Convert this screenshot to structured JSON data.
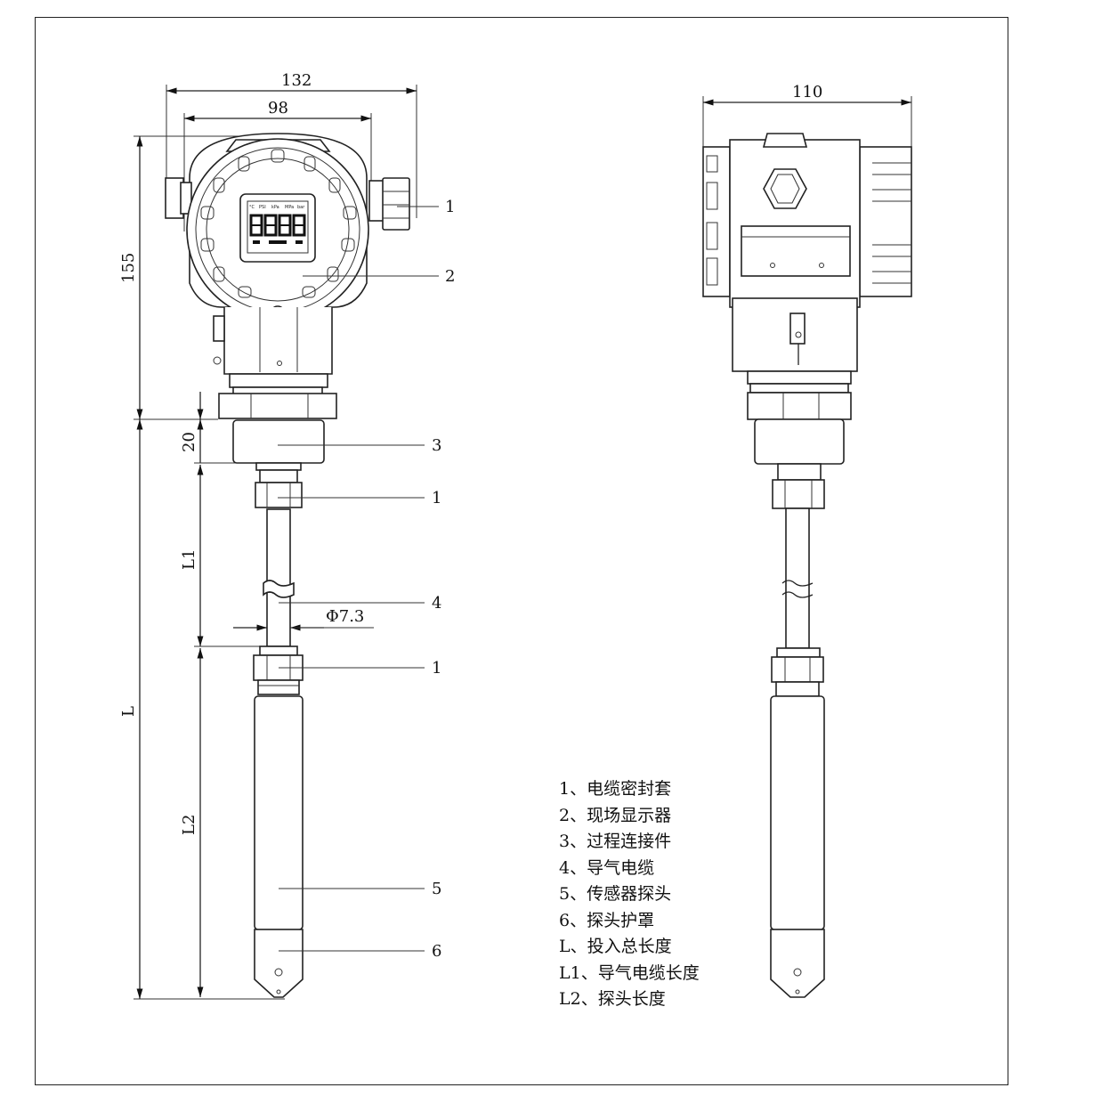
{
  "dimensions": {
    "width_132": "132",
    "width_98": "98",
    "height_155": "155",
    "height_20": "20",
    "length_L": "L",
    "length_L1": "L1",
    "length_L2": "L2",
    "diameter": "Φ7.3",
    "side_width_110": "110"
  },
  "display_units": [
    "°C",
    "PSI",
    "kPa",
    "MPa",
    "bar"
  ],
  "callouts": [
    "1",
    "2",
    "3",
    "1",
    "4",
    "1",
    "5",
    "6"
  ],
  "legend": [
    "1、电缆密封套",
    "2、现场显示器",
    "3、过程连接件",
    "4、导气电缆",
    "5、传感器探头",
    "6、探头护罩",
    "L、投入总长度",
    "L1、导气电缆长度",
    "L2、探头长度"
  ]
}
